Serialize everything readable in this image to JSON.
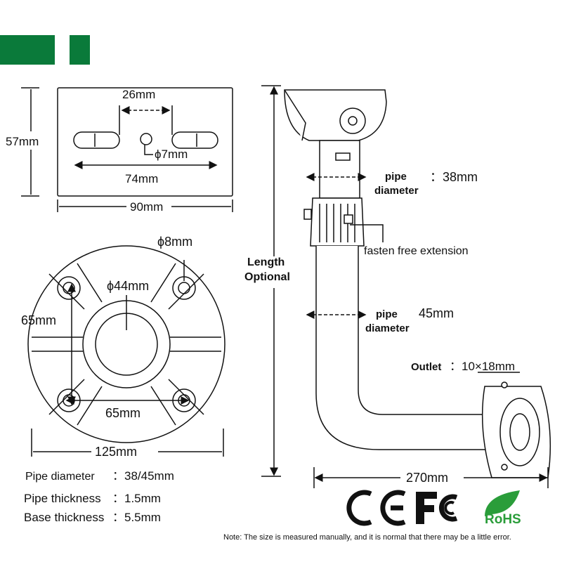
{
  "colors": {
    "brand_green": "#0a7a3a",
    "line": "#111111",
    "rohs_green": "#2a9d3a"
  },
  "mounting_plate": {
    "height": "57mm",
    "slot_spacing": "26mm",
    "hole": "ϕ7mm",
    "slot_span": "74mm",
    "width": "90mm"
  },
  "base": {
    "hole": "ϕ8mm",
    "center_bore": "ϕ44mm",
    "vertical_spacing": "65mm",
    "horizontal_spacing": "65mm",
    "diameter": "125mm"
  },
  "bracket": {
    "length_label_1": "Length",
    "length_label_2": "Optional",
    "pipe1_label_1": "pipe",
    "pipe1_label_2": "diameter",
    "pipe1_value": "：38mm",
    "fasten_label": "fasten free extension",
    "pipe2_label_1": "pipe",
    "pipe2_label_2": "diameter",
    "pipe2_value": "45mm",
    "outlet_label": "Outlet",
    "outlet_value": "：10×18mm",
    "overall_length": "270mm"
  },
  "specs": [
    {
      "label": "Pipe diameter",
      "value": "：38/45mm"
    },
    {
      "label": "Pipe thickness",
      "value": "：1.5mm"
    },
    {
      "label": "Base thickness",
      "value": "：5.5mm"
    }
  ],
  "note": "Note: The size is measured manually, and it is normal that there may be a little error.",
  "certifications": [
    "CE",
    "FC",
    "RoHS"
  ]
}
